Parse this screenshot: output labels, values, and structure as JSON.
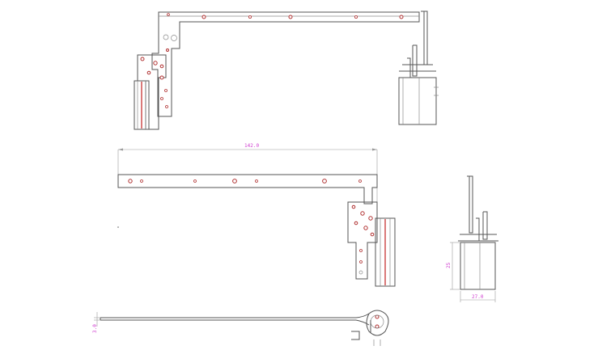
{
  "drawing": {
    "dimensions": {
      "overall_length": "142.0",
      "body_height": "25",
      "body_width": "27.0",
      "thickness": "3.0"
    },
    "colors": {
      "line": "#555555",
      "hole": "#b03030",
      "dimension_text": "#d040d0"
    }
  }
}
